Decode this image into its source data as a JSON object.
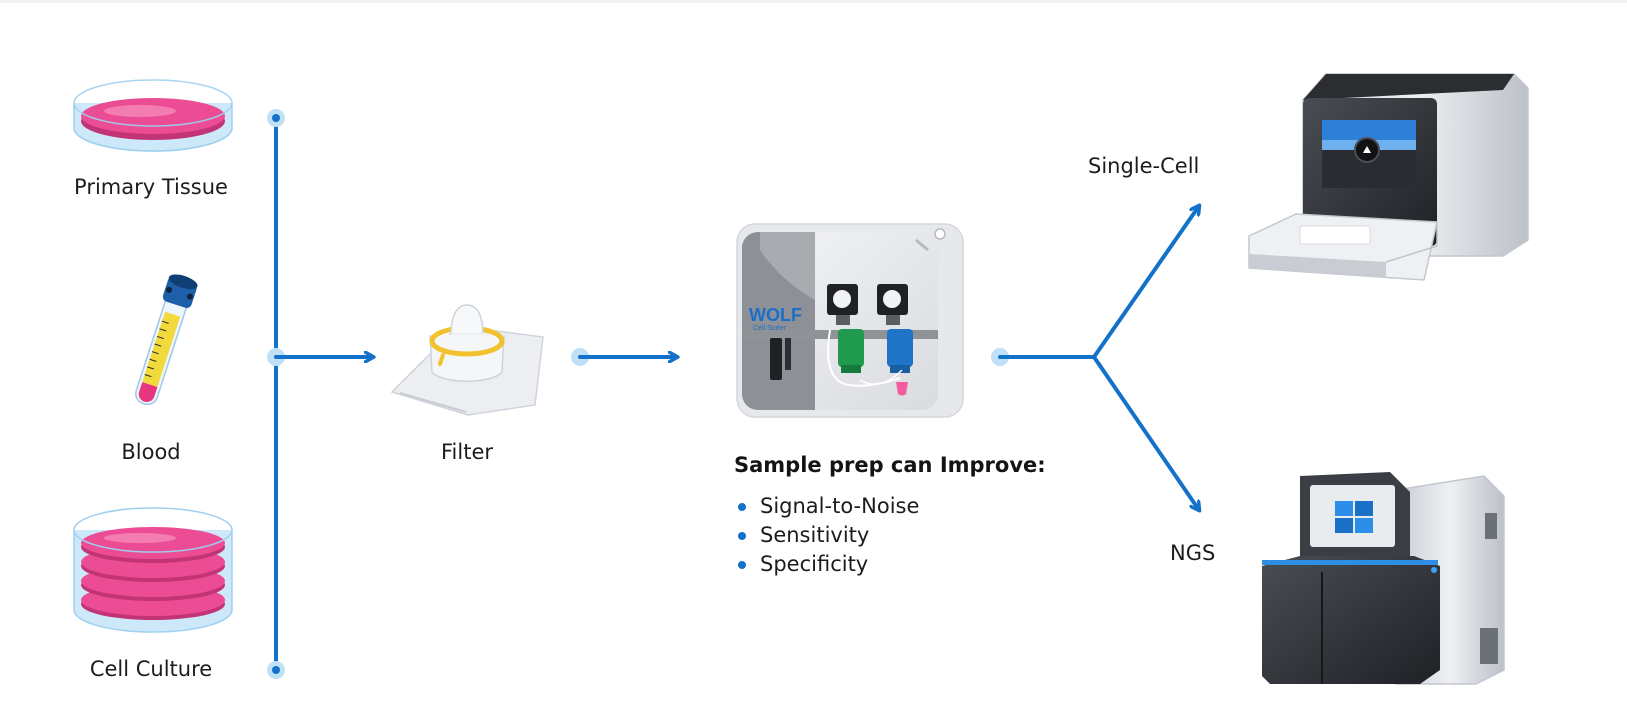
{
  "inputs": [
    {
      "label": "Primary Tissue",
      "icon": "petri-dish-icon"
    },
    {
      "label": "Blood",
      "icon": "blood-tube-icon"
    },
    {
      "label": "Cell Culture",
      "icon": "stacked-dishes-icon"
    }
  ],
  "filter": {
    "label": "Filter",
    "icon": "filter-icon"
  },
  "sorter": {
    "icon": "cell-sorter-icon",
    "brand": "WOLF",
    "brand_sub": "Cell Sorter",
    "heading": "Sample prep can Improve:",
    "benefits": [
      "Signal-to-Noise",
      "Sensitivity",
      "Specificity"
    ]
  },
  "outputs": [
    {
      "label": "Single-Cell",
      "icon": "single-cell-instrument-icon"
    },
    {
      "label": "NGS",
      "icon": "ngs-sequencer-icon"
    }
  ],
  "colors": {
    "flow_line": "#1272c9",
    "node_dot": "#bfe0f7",
    "dish_media": "#ec4c93",
    "dish_glass": "#cde8f8"
  }
}
